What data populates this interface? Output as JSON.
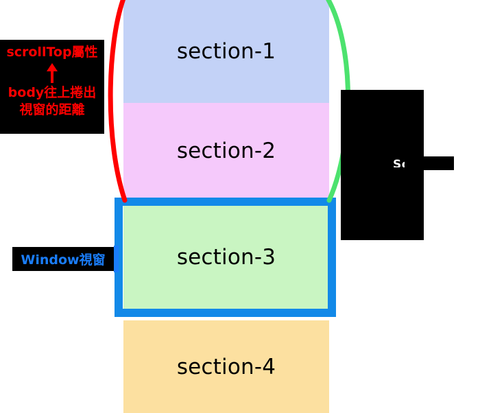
{
  "diagram": {
    "title": "scrollTop / Window viewport illustration",
    "background": "#ffffff",
    "sections": [
      {
        "label": "section-1",
        "color": "#c3d2f7"
      },
      {
        "label": "section-2",
        "color": "#f5c9fb"
      },
      {
        "label": "section-3",
        "color": "#c9f5c2"
      },
      {
        "label": "section-4",
        "color": "#fce0a0"
      }
    ],
    "viewport_frame": {
      "name": "window-viewport-frame",
      "color": "#1289e8",
      "wraps": "section-3"
    },
    "braces": {
      "left": {
        "name": "scrolltop-brace",
        "color": "#ff0000"
      },
      "right": {
        "name": "scrollheight-brace",
        "color": "#4ce26e"
      }
    },
    "callouts": {
      "scrolltop": {
        "text_color": "#ff0000",
        "background": "#000000",
        "line_1": "scrollTop屬性",
        "arrow": "up-arrow",
        "line_2": "body往上捲出",
        "line_3": "視窗的距離"
      },
      "window": {
        "text_color": "#1a7dfa",
        "background": "#000000",
        "label": "Window視窗"
      },
      "scrollheight": {
        "text_color": "#ffffff",
        "background": "#000000",
        "label": "Sc",
        "note": "label is redacted by a black bar"
      }
    }
  }
}
